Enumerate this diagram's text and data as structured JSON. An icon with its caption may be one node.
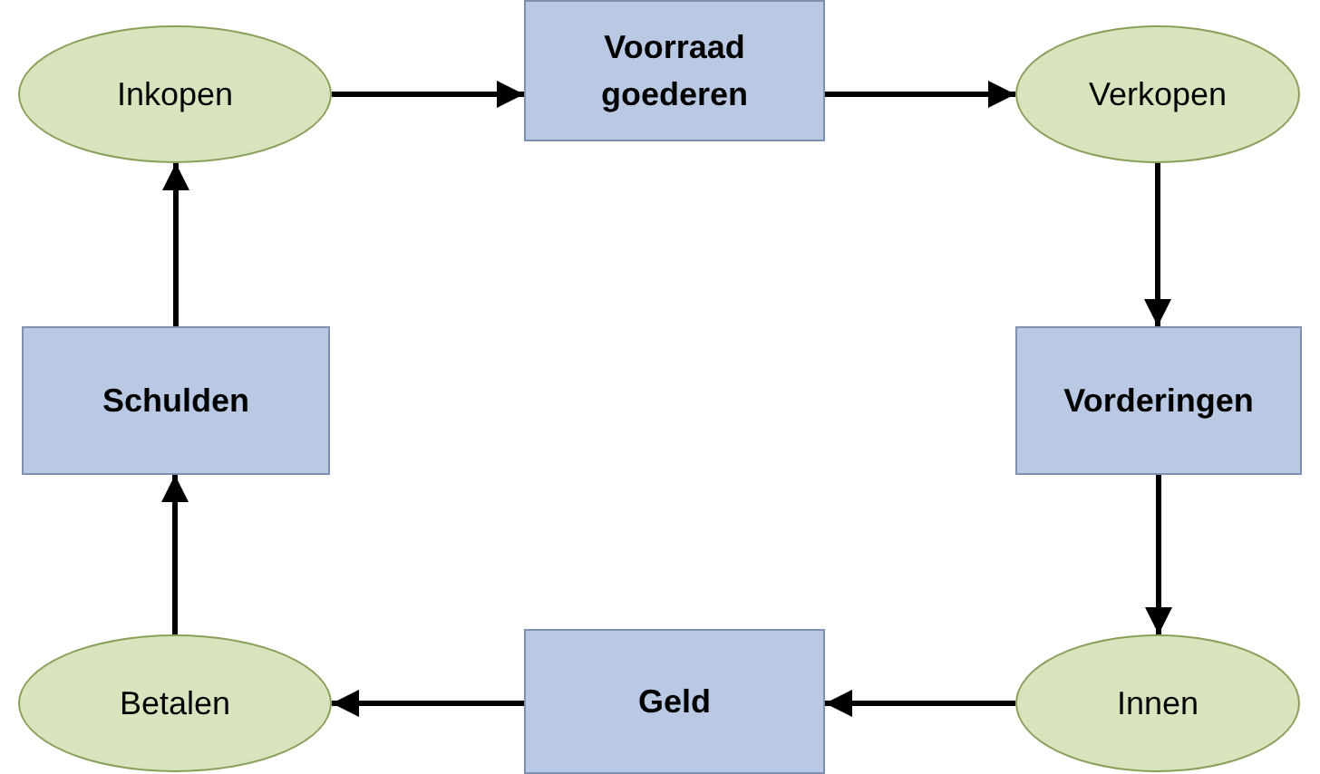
{
  "diagram": {
    "nodes": [
      {
        "text": [
          "Inkopen"
        ]
      },
      {
        "text": [
          "Voorraad goederen"
        ]
      },
      {
        "text": [
          "Verkopen"
        ]
      },
      {
        "text": [
          "Schulden"
        ]
      },
      {
        "text": [
          "Vorderingen"
        ]
      },
      {
        "text": [
          "Betalen"
        ]
      },
      {
        "text": [
          "Geld"
        ]
      },
      {
        "text": [
          "Innen"
        ]
      }
    ],
    "edges": [
      {
        "from": 0,
        "to": 1,
        "arrow": "to"
      },
      {
        "from": 1,
        "to": 2,
        "arrow": "to"
      },
      {
        "from": 2,
        "to": 4,
        "arrow": "to"
      },
      {
        "from": 4,
        "to": 7,
        "arrow": "to"
      },
      {
        "from": 7,
        "to": 6,
        "arrow": "to"
      },
      {
        "from": 6,
        "to": 5,
        "arrow": "to"
      },
      {
        "from": 5,
        "to": 3,
        "arrow": "to"
      },
      {
        "from": 3,
        "to": 0,
        "arrow": "to"
      }
    ]
  }
}
